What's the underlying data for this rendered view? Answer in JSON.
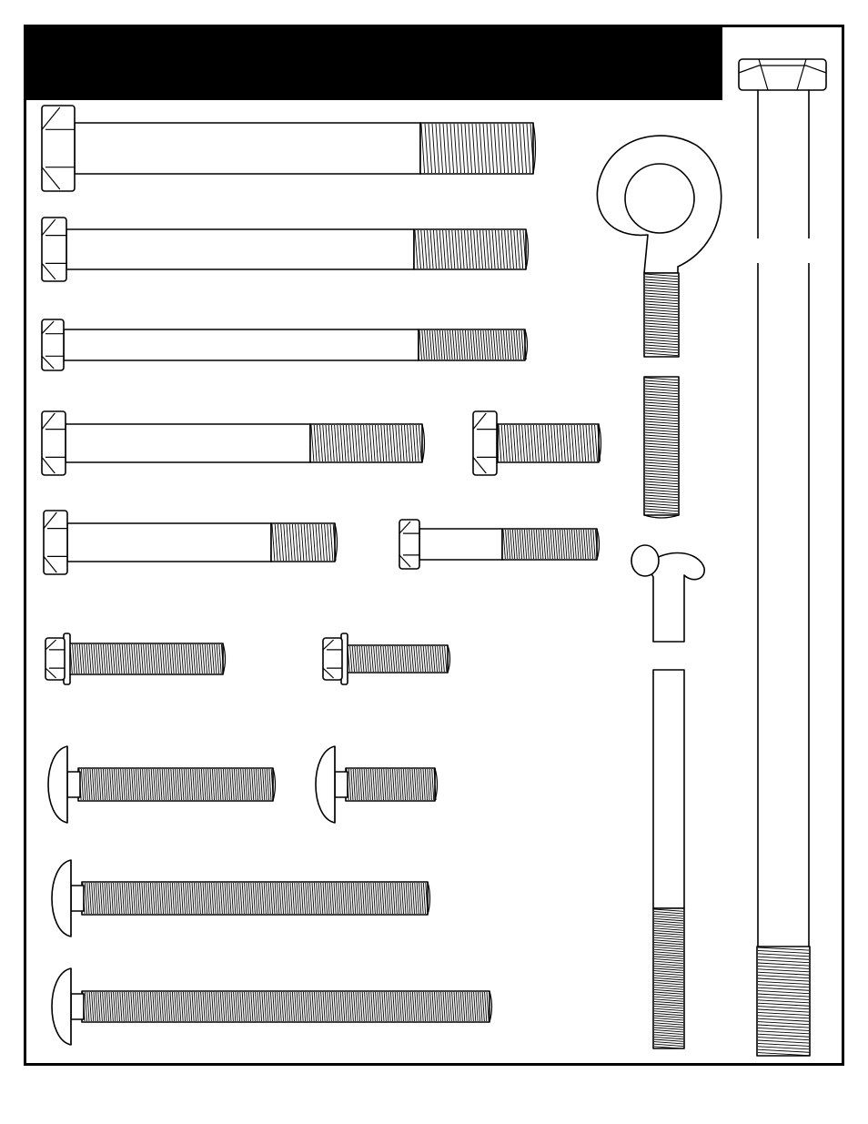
{
  "page": {
    "banner_text": "",
    "colors": {
      "ink": "#000000",
      "paper": "#ffffff"
    }
  },
  "parts": [
    {
      "id": "hex-bolt-1",
      "kind": "hex-bolt"
    },
    {
      "id": "hex-bolt-2",
      "kind": "hex-bolt"
    },
    {
      "id": "hex-bolt-3",
      "kind": "hex-bolt"
    },
    {
      "id": "hex-bolt-4",
      "kind": "hex-bolt"
    },
    {
      "id": "hex-bolt-5",
      "kind": "hex-bolt"
    },
    {
      "id": "hex-bolt-6",
      "kind": "hex-bolt"
    },
    {
      "id": "hex-bolt-7",
      "kind": "hex-bolt"
    },
    {
      "id": "flange-bolt-1",
      "kind": "flange-bolt"
    },
    {
      "id": "flange-bolt-2",
      "kind": "flange-bolt"
    },
    {
      "id": "carriage-bolt-1",
      "kind": "carriage-bolt"
    },
    {
      "id": "carriage-bolt-2",
      "kind": "carriage-bolt"
    },
    {
      "id": "carriage-bolt-3",
      "kind": "carriage-bolt"
    },
    {
      "id": "carriage-bolt-4",
      "kind": "carriage-bolt"
    },
    {
      "id": "eye-bolt",
      "kind": "eye-bolt"
    },
    {
      "id": "j-hook-bolt",
      "kind": "j-bolt"
    },
    {
      "id": "long-hex-bolt",
      "kind": "hex-bolt"
    }
  ]
}
